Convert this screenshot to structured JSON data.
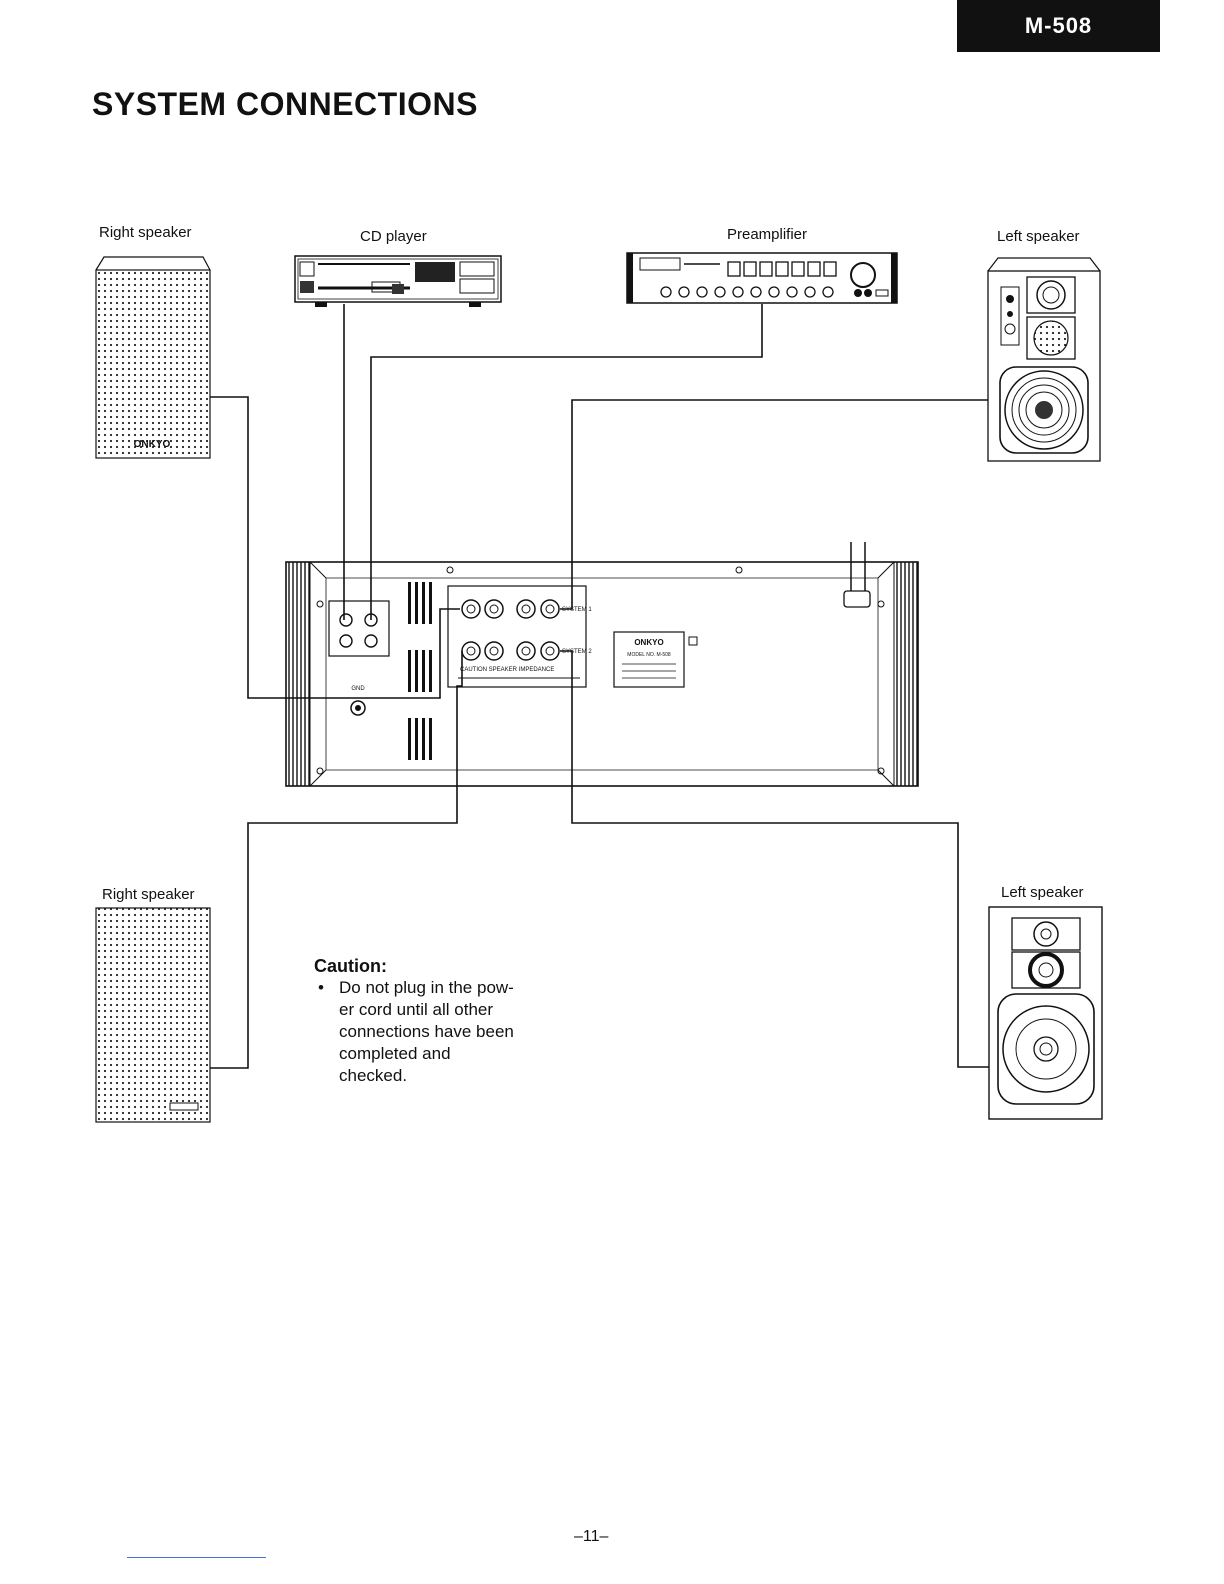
{
  "header": {
    "model_tag": "M-508"
  },
  "page_title": "SYSTEM CONNECTIONS",
  "labels": {
    "right_speaker_top": "Right speaker",
    "cd_player": "CD player",
    "preamplifier": "Preamplifier",
    "left_speaker_top": "Left speaker",
    "right_speaker_bottom": "Right speaker",
    "left_speaker_bottom": "Left speaker"
  },
  "caution": {
    "title": "Caution:",
    "bullet": "•",
    "item_lines": [
      "Do not plug in the pow-",
      "er cord until all other",
      "connections have been",
      "completed and",
      "checked."
    ]
  },
  "amplifier_panel": {
    "system_1": "SYSTEM 1",
    "system_2": "SYSTEM 2",
    "caution_impedance": "CAUTION SPEAKER IMPEDANCE",
    "brand": "ONKYO",
    "model_label": "MODEL NO. M-508",
    "gnd": "GND"
  },
  "speaker_brand": "ONKYO",
  "page_number": "–11–"
}
